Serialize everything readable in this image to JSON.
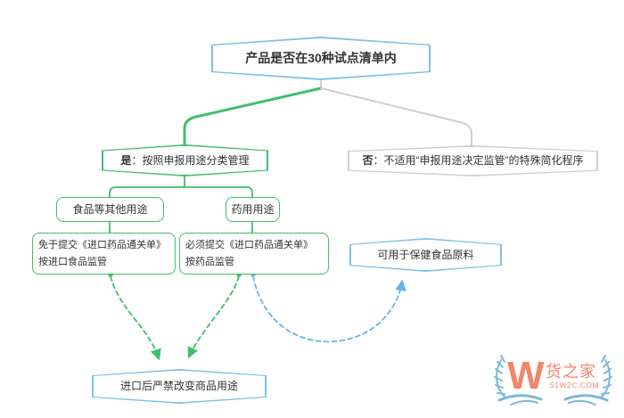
{
  "palette": {
    "blue": "#7EC2E4",
    "green": "#42BE6A",
    "gray": "#CFCFCF",
    "dashblue": "#66B3E6",
    "text": "#333333",
    "logo_orange": "#F0866B",
    "logo_blue": "#7FB8D8"
  },
  "flowchart": {
    "root": {
      "label": "产品是否在30种试点清单内"
    },
    "yes": {
      "prefix": "是",
      "rest": "：按照申报用途分类管理"
    },
    "no": {
      "prefix": "否",
      "rest": "：不适用“申报用途决定监管”的特殊简化程序"
    },
    "food_use": {
      "label": "食品等其他用途"
    },
    "drug_use": {
      "label": "药用用途"
    },
    "food_result": {
      "line1": "免于提交《进口药品通关单》",
      "line2": "按进口食品监管"
    },
    "drug_result": {
      "line1": "必须提交《进口药品通关单》",
      "line2": "按药品监管"
    },
    "health_food": {
      "label": "可用于保健食品原料"
    },
    "no_change": {
      "label": "进口后严禁改变商品用途"
    }
  },
  "logo": {
    "letter": "W",
    "name": "货之家",
    "domain": "51W2C.COM"
  }
}
